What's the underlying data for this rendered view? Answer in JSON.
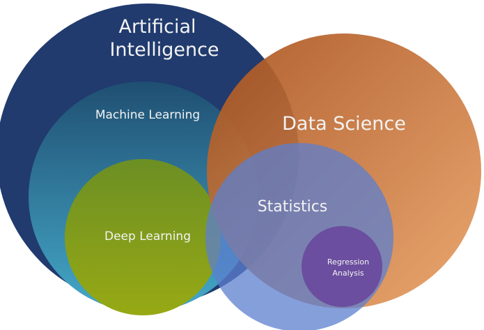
{
  "title": "AI / Data Science Venn Diagram",
  "sets": {
    "ai": {
      "label_line1": "Artificial",
      "label_line2": "Intelligence",
      "color": "#213b6e"
    },
    "ml": {
      "label": "Machine Learning",
      "color_top": "#1f4f72",
      "color_bottom": "#45a8c8"
    },
    "dl": {
      "label": "Deep Learning",
      "color_top": "#6c8f24",
      "color_bottom": "#97a914"
    },
    "ds": {
      "label": "Data Science",
      "color_top": "#a9521d",
      "color_bottom": "#e9a064"
    },
    "stats": {
      "label": "Statistics",
      "color": "#5c7fcf"
    },
    "regression": {
      "label_line1": "Regression",
      "label_line2": "Analysis",
      "color": "#6b4e9f"
    }
  }
}
